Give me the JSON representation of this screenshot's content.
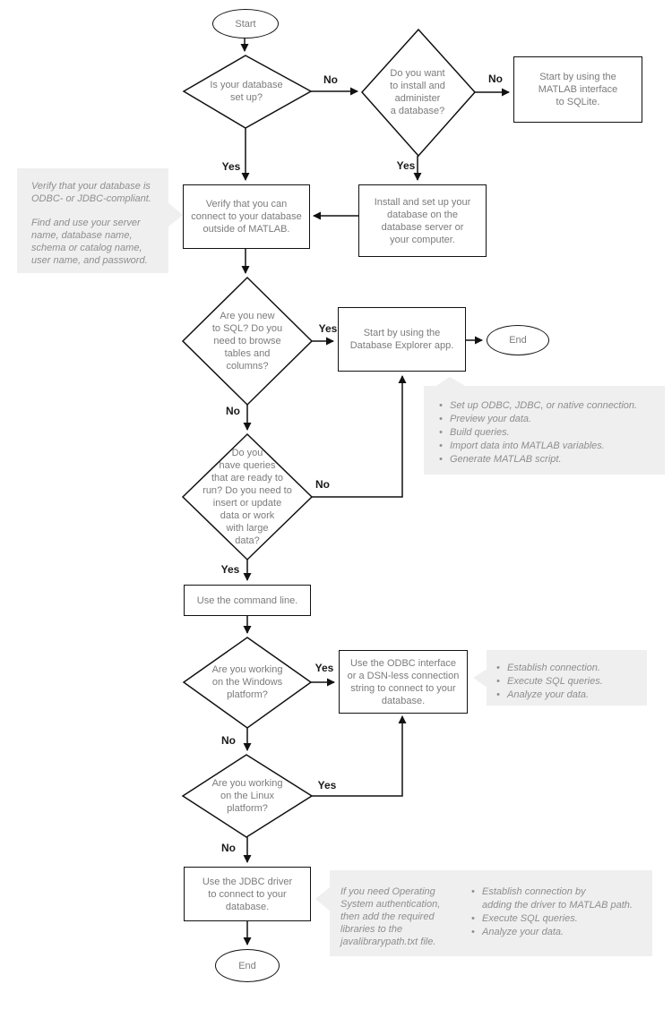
{
  "glyphs": {
    "bullet": "•"
  },
  "labels": {
    "yes": "Yes",
    "no": "No"
  },
  "terminators": {
    "start": "Start",
    "end_top": "End",
    "end_bottom": "End"
  },
  "decisions": {
    "db_setup": "Is your database\nset up?",
    "install_admin": "Do you want\nto install and\nadminister\na database?",
    "new_to_sql": "Are you new\nto SQL? Do you\nneed to browse\ntables and\ncolumns?",
    "queries_ready": "Do you\nhave queries\nthat are ready to\nrun? Do you need to\ninsert or update\ndata or work\nwith large\ndata?",
    "windows_platform": "Are you working\non the Windows\nplatform?",
    "linux_platform": "Are you working\non the Linux\nplatform?"
  },
  "processes": {
    "sqlite": "Start by using the\nMATLAB interface\nto SQLite.",
    "verify_connection": "Verify that you can\nconnect to your database\noutside of MATLAB.",
    "install_db": "Install and set up your\ndatabase on the\ndatabase server or\nyour computer.",
    "db_explorer": "Start by using the\nDatabase Explorer app.",
    "command_line": "Use the command line.",
    "odbc_interface": "Use the ODBC interface\nor a DSN-less connection\nstring to connect to your\ndatabase.",
    "jdbc_driver": "Use the JDBC driver\nto connect to your\ndatabase."
  },
  "notes": {
    "compliance": {
      "p1": "Verify that your database is\nODBC- or JDBC-compliant.",
      "p2": "Find and use your server\nname, database name,\nschema or catalog name,\nuser name, and password."
    },
    "explorer": {
      "bullets": [
        "Set up ODBC, JDBC, or native connection.",
        "Preview your data.",
        "Build queries.",
        "Import data into MATLAB variables.",
        "Generate MATLAB script."
      ]
    },
    "odbc": {
      "bullets": [
        "Establish connection.",
        "Execute SQL queries.",
        "Analyze your data."
      ]
    },
    "jdbc": {
      "paragraph": "If you need Operating\nSystem authentication,\nthen add the required\nlibraries to the\njavalibrarypath.txt file.",
      "bullets": [
        "Establish connection by\nadding the driver to MATLAB path.",
        "Execute SQL queries.",
        "Analyze your data."
      ]
    }
  },
  "colors": {
    "line": "#111111",
    "shape_text": "#7b7b7b",
    "note_bg": "#efefef",
    "note_text": "#8e8e8e",
    "label_text": "#1a1a1a"
  }
}
